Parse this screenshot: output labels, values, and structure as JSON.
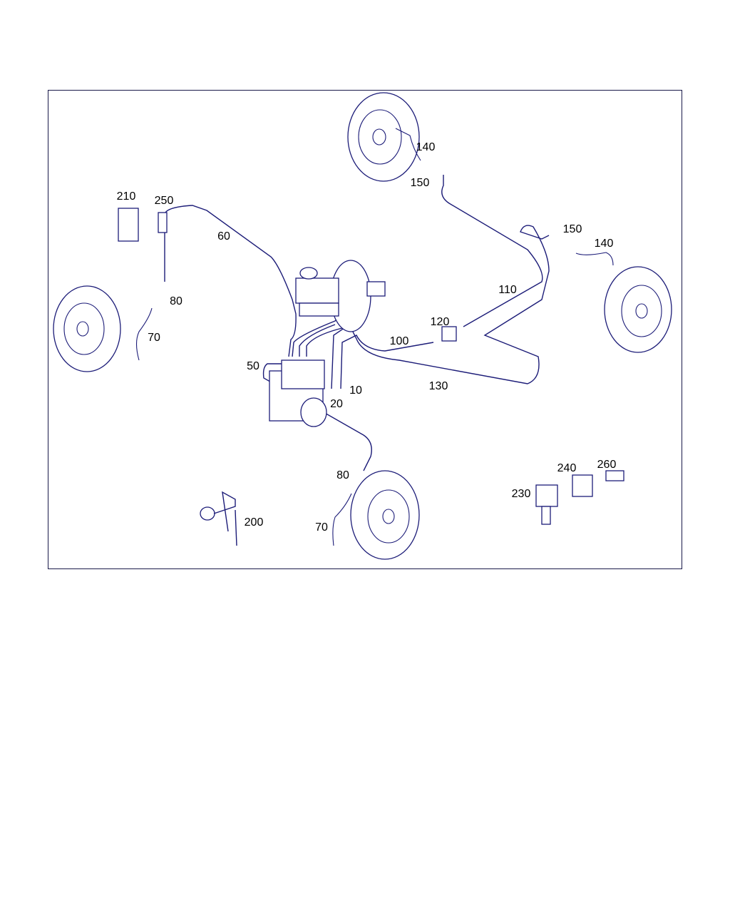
{
  "diagram": {
    "title": "Brake lines parts diagram",
    "line_color": "#1c1c78",
    "callouts": [
      {
        "id": "c140a",
        "label": "140"
      },
      {
        "id": "c150a",
        "label": "150"
      },
      {
        "id": "c210",
        "label": "210"
      },
      {
        "id": "c250",
        "label": "250"
      },
      {
        "id": "c60",
        "label": "60"
      },
      {
        "id": "c150b",
        "label": "150"
      },
      {
        "id": "c140b",
        "label": "140"
      },
      {
        "id": "c110",
        "label": "110"
      },
      {
        "id": "c80a",
        "label": "80"
      },
      {
        "id": "c120",
        "label": "120"
      },
      {
        "id": "c70a",
        "label": "70"
      },
      {
        "id": "c100",
        "label": "100"
      },
      {
        "id": "c50",
        "label": "50"
      },
      {
        "id": "c130",
        "label": "130"
      },
      {
        "id": "c10",
        "label": "10"
      },
      {
        "id": "c20",
        "label": "20"
      },
      {
        "id": "c260",
        "label": "260"
      },
      {
        "id": "c240",
        "label": "240"
      },
      {
        "id": "c80b",
        "label": "80"
      },
      {
        "id": "c230",
        "label": "230"
      },
      {
        "id": "c200",
        "label": "200"
      },
      {
        "id": "c70b",
        "label": "70"
      }
    ]
  }
}
